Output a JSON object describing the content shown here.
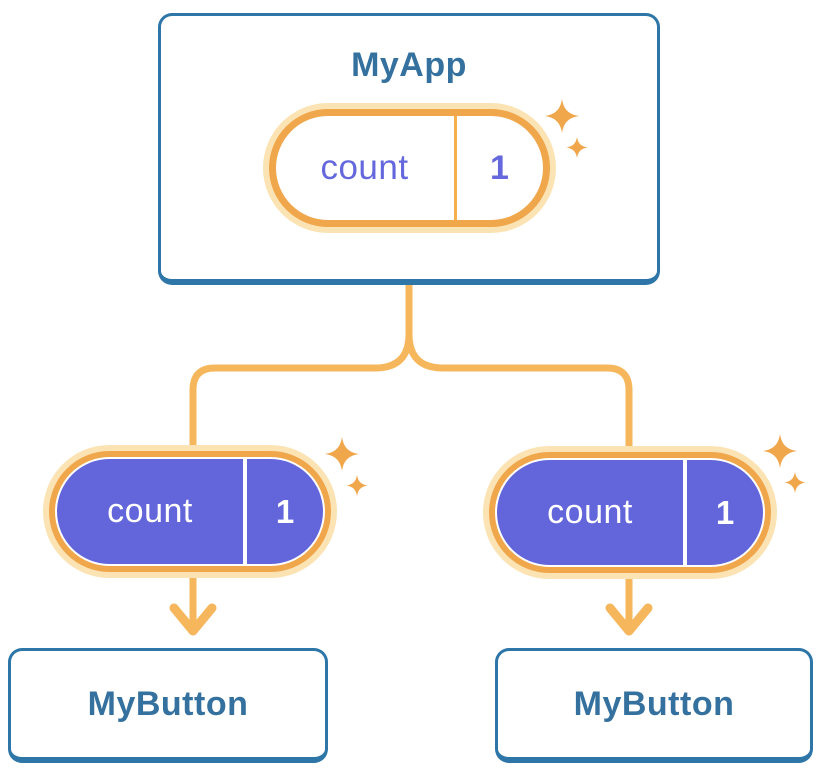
{
  "diagram": {
    "root": {
      "title": "MyApp",
      "pill": {
        "label": "count",
        "value": "1"
      }
    },
    "children": [
      {
        "title": "MyButton",
        "pill": {
          "label": "count",
          "value": "1"
        }
      },
      {
        "title": "MyButton",
        "pill": {
          "label": "count",
          "value": "1"
        }
      }
    ]
  },
  "icons": {
    "sparkles": "sparkles-icon",
    "arrow": "arrow-down-icon"
  },
  "colors": {
    "card_border": "#2E76A8",
    "heading_text": "#35719E",
    "connector_orange": "#F6B75C",
    "pill_ring_orange": "#F0A64B",
    "pill_halo": "#FCE3B4",
    "pill_purple": "#6366DB",
    "pill_text_purple": "#6468DC",
    "divider_orange": "#F5B04D",
    "background": "#FFFFFF"
  }
}
